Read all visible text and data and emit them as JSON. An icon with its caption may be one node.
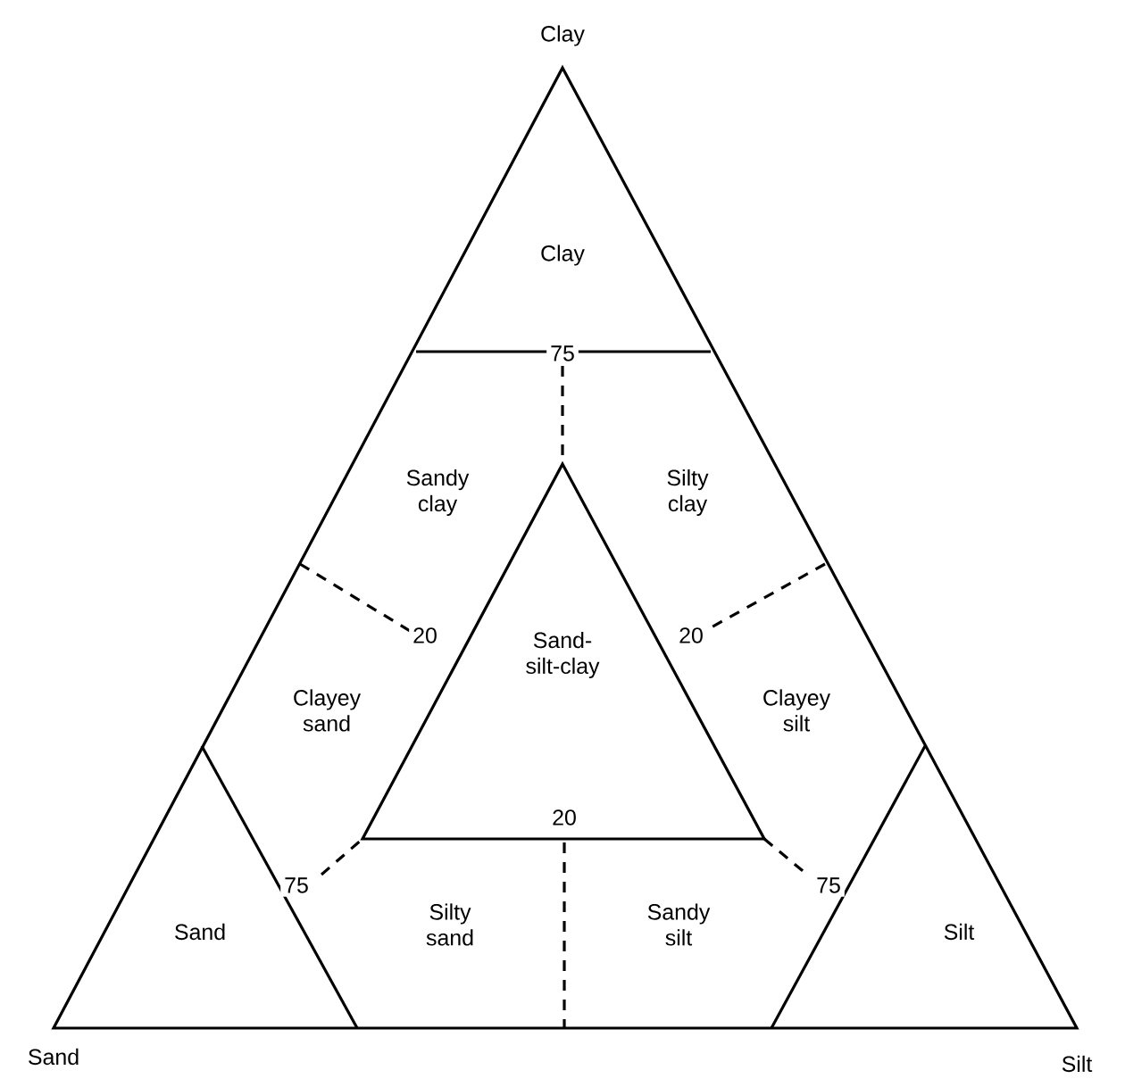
{
  "diagram": {
    "nodes": [
      {
        "text": [
          "Clay"
        ]
      },
      {
        "text": [
          "Sandy clay"
        ]
      },
      {
        "text": [
          "Silty clay"
        ]
      },
      {
        "text": [
          "Clayey sand"
        ]
      },
      {
        "text": [
          "Sand-silt-clay"
        ]
      },
      {
        "text": [
          "Clayey silt"
        ]
      },
      {
        "text": [
          "Sand"
        ]
      },
      {
        "text": [
          "Silty sand"
        ]
      },
      {
        "text": [
          "Sandy silt"
        ]
      },
      {
        "text": [
          "Silt"
        ]
      }
    ],
    "labels": [
      "Clay",
      "75",
      "20",
      "20",
      "20",
      "75",
      "75",
      "Sand",
      "Silt"
    ]
  }
}
